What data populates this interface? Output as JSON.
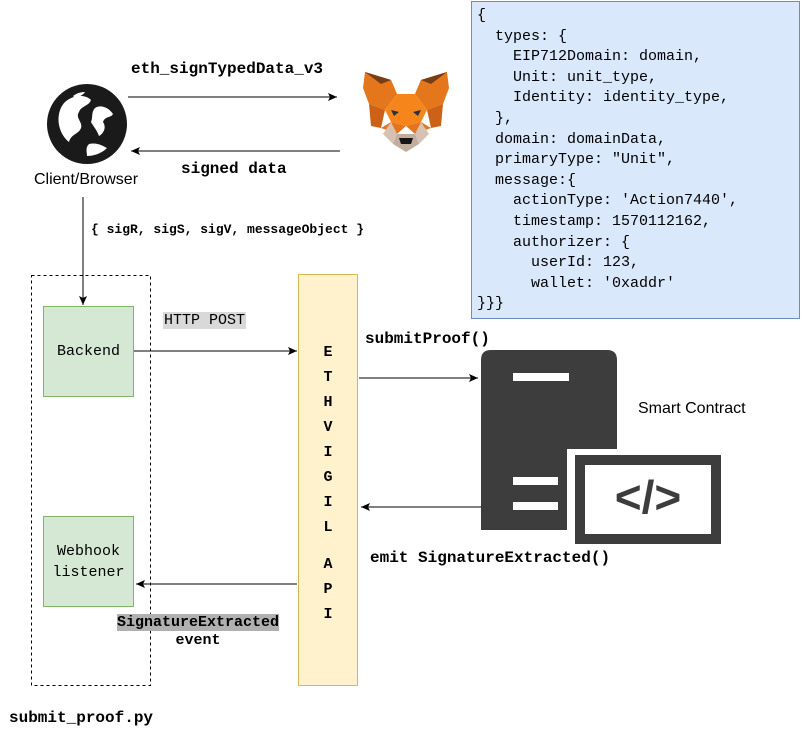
{
  "diagram": {
    "client_label": "Client/Browser",
    "sign_request": "eth_signTypedData_v3",
    "signed_response": "signed data",
    "payload": "{ sigR, sigS, sigV, messageObject }",
    "code_lines": [
      "{",
      "  types: {",
      "    EIP712Domain: domain,",
      "    Unit: unit_type,",
      "    Identity: identity_type,",
      "  },",
      "  domain: domainData,",
      "  primaryType: \"Unit\",",
      "  message:{",
      "    actionType: 'Action7440',",
      "    timestamp: 1570112162,",
      "    authorizer: {",
      "      userId: 123,",
      "      wallet: '0xaddr'",
      "}}}"
    ],
    "backend_label": "Backend",
    "webhook_label_line1": "Webhook",
    "webhook_label_line2": "listener",
    "http_post": "HTTP POST",
    "api_letters": [
      "E",
      "T",
      "H",
      "V",
      "I",
      "G",
      "I",
      "L",
      "",
      "A",
      "P",
      "I"
    ],
    "submit_proof": "submitProof()",
    "smart_contract": "Smart Contract",
    "emit_event": "emit SignatureExtracted()",
    "event_name": "SignatureExtracted",
    "event_suffix": "event",
    "file_label": "submit_proof.py",
    "code_icon_text": "</>"
  },
  "colors": {
    "code_box_fill": "#dae8fc",
    "green_fill": "#d5e8d4",
    "api_fill": "#fff2cc",
    "server_gray": "#3d3d3d",
    "globe": "#1a1a1a",
    "fox_orange": "#e2761b"
  },
  "icons": [
    "globe-icon",
    "metamask-fox-icon",
    "server-icon",
    "code-icon"
  ]
}
